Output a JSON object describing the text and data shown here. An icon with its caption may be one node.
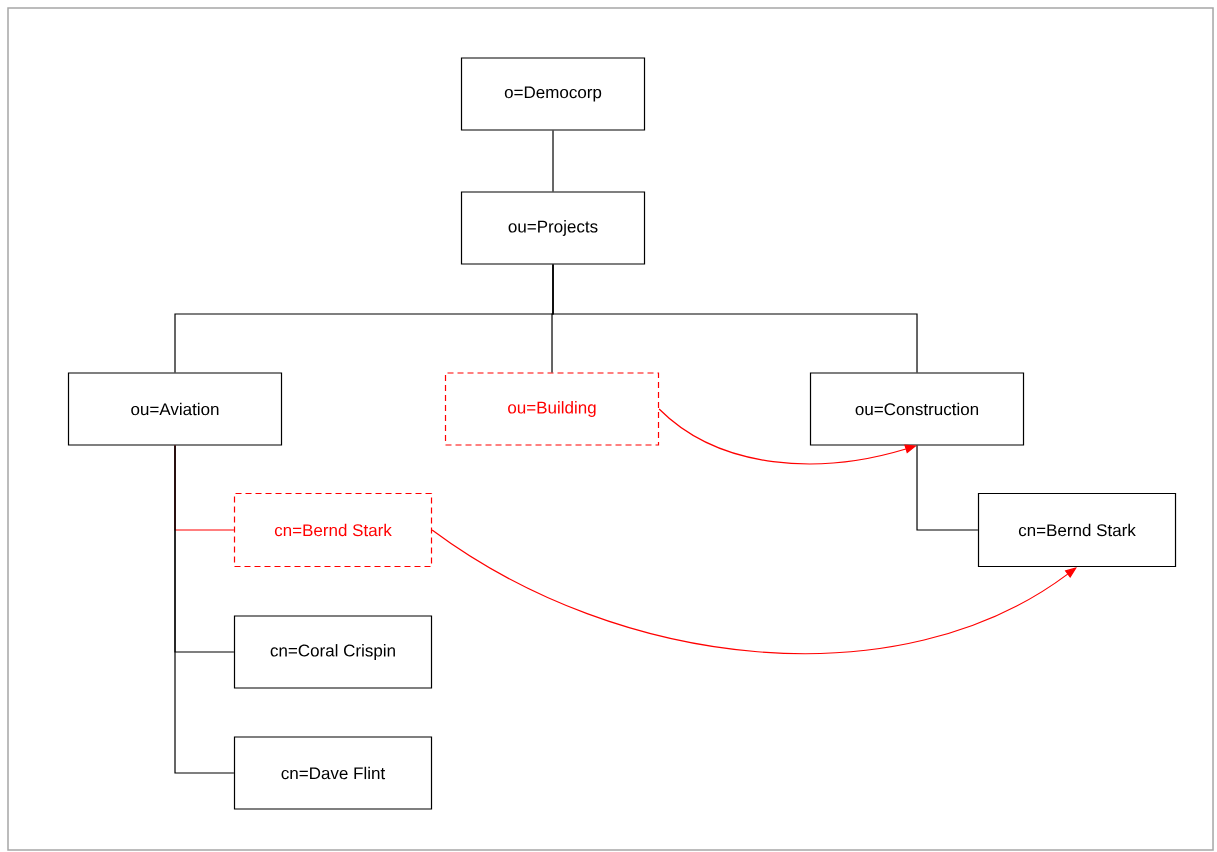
{
  "diagram": {
    "nodes": [
      {
        "text": [
          "o=Democorp"
        ]
      },
      {
        "text": [
          "ou=Projects"
        ]
      },
      {
        "text": [
          "ou=Aviation"
        ]
      },
      {
        "text": [
          "ou=Building"
        ]
      },
      {
        "text": [
          "ou=Construction"
        ]
      },
      {
        "text": [
          "cn=Bernd Stark"
        ]
      },
      {
        "text": [
          "cn=Coral Crispin"
        ]
      },
      {
        "text": [
          "cn=Dave Flint"
        ]
      },
      {
        "text": [
          "cn=Bernd Stark"
        ]
      }
    ],
    "edges": [
      {
        "from": 0,
        "to": 1,
        "arrow": "none"
      },
      {
        "from": 1,
        "to": 2,
        "arrow": "none"
      },
      {
        "from": 1,
        "to": 3,
        "arrow": "none"
      },
      {
        "from": 1,
        "to": 4,
        "arrow": "none"
      },
      {
        "from": 2,
        "to": 5,
        "arrow": "none",
        "color": "#ff0000"
      },
      {
        "from": 2,
        "to": 6,
        "arrow": "none"
      },
      {
        "from": 2,
        "to": 7,
        "arrow": "none"
      },
      {
        "from": 4,
        "to": 8,
        "arrow": "none"
      },
      {
        "from": 3,
        "to": 4,
        "arrow": "to",
        "color": "#ff0000"
      },
      {
        "from": 5,
        "to": 8,
        "arrow": "to",
        "color": "#ff0000"
      }
    ]
  }
}
